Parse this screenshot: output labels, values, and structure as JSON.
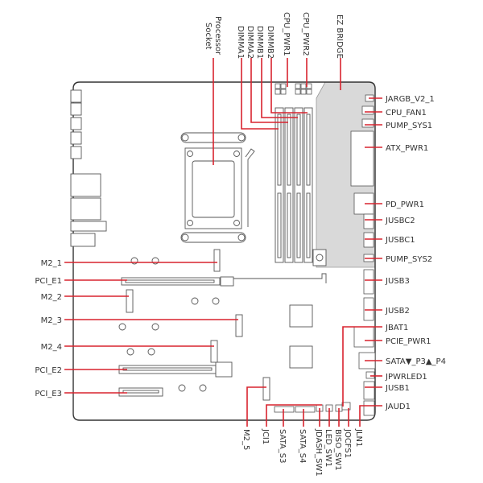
{
  "diagram": {
    "title": "Motherboard layout",
    "colors": {
      "leader": "#d9232e",
      "outline": "#333333",
      "component": "#555555",
      "shade": "#d9d9d9",
      "text": "#333333"
    },
    "top_labels": [
      {
        "id": "processor-socket",
        "text": "Processor Socket"
      },
      {
        "id": "dimma1",
        "text": "DIMMA1"
      },
      {
        "id": "dimma2",
        "text": "DIMMA2"
      },
      {
        "id": "dimmb1",
        "text": "DIMMB1"
      },
      {
        "id": "dimmb2",
        "text": "DIMMB2"
      },
      {
        "id": "cpu-pwr1",
        "text": "CPU_PWR1"
      },
      {
        "id": "cpu-pwr2",
        "text": "CPU_PWR2"
      },
      {
        "id": "ez-bridge",
        "text": "EZ BRIDGE"
      }
    ],
    "right_labels": [
      {
        "id": "jargb-v2-1",
        "text": "JARGB_V2_1"
      },
      {
        "id": "cpu-fan1",
        "text": "CPU_FAN1"
      },
      {
        "id": "pump-sys1",
        "text": "PUMP_SYS1"
      },
      {
        "id": "atx-pwr1",
        "text": "ATX_PWR1"
      },
      {
        "id": "pd-pwr1",
        "text": "PD_PWR1"
      },
      {
        "id": "jusbc2",
        "text": "JUSBC2"
      },
      {
        "id": "jusbc1",
        "text": "JUSBC1"
      },
      {
        "id": "pump-sys2",
        "text": "PUMP_SYS2"
      },
      {
        "id": "jusb3",
        "text": "JUSB3"
      },
      {
        "id": "jusb2",
        "text": "JUSB2"
      },
      {
        "id": "jbat1",
        "text": "JBAT1"
      },
      {
        "id": "pcie-pwr1",
        "text": "PCIE_PWR1"
      },
      {
        "id": "sata-p3-p4",
        "text": "SATA▼_P3▲_P4"
      },
      {
        "id": "jpwrled1",
        "text": "JPWRLED1"
      },
      {
        "id": "jusb1",
        "text": "JUSB1"
      },
      {
        "id": "jaud1",
        "text": "JAUD1"
      }
    ],
    "left_labels": [
      {
        "id": "m2-1",
        "text": "M2_1"
      },
      {
        "id": "pci-e1",
        "text": "PCI_E1"
      },
      {
        "id": "m2-2",
        "text": "M2_2"
      },
      {
        "id": "m2-3",
        "text": "M2_3"
      },
      {
        "id": "m2-4",
        "text": "M2_4"
      },
      {
        "id": "pci-e2",
        "text": "PCI_E2"
      },
      {
        "id": "pci-e3",
        "text": "PCI_E3"
      }
    ],
    "bottom_labels": [
      {
        "id": "m2-5",
        "text": "M2_5"
      },
      {
        "id": "jci1",
        "text": "JCI1"
      },
      {
        "id": "sata-s3",
        "text": "SATA_S3"
      },
      {
        "id": "sata-s4",
        "text": "SATA_S4"
      },
      {
        "id": "jdash-sw1",
        "text": "JDASH_SW1"
      },
      {
        "id": "led-sw1",
        "text": "LED_SW1"
      },
      {
        "id": "biso-sw1",
        "text": "BISO_SW1"
      },
      {
        "id": "jocfs1",
        "text": "JOCFS1"
      },
      {
        "id": "jln1",
        "text": "JLN1"
      }
    ]
  }
}
